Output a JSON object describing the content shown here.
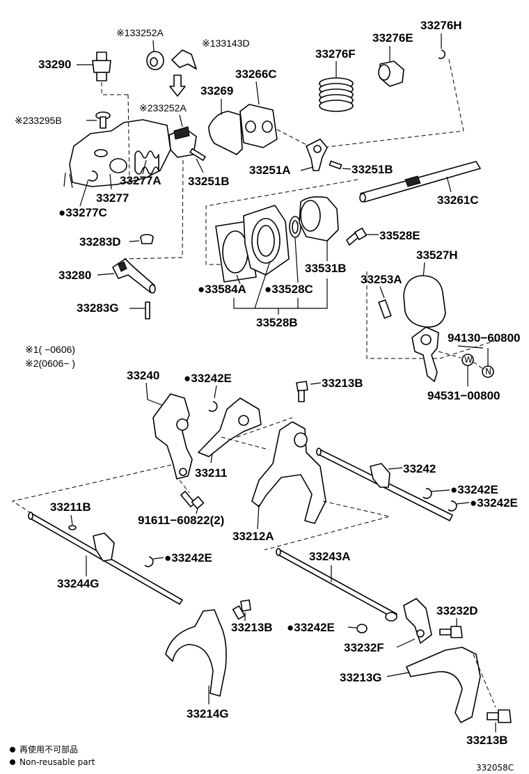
{
  "labels": {
    "p33290": "33290",
    "p33252A_1": "※133252A",
    "p33143D": "※133143D",
    "p33252A_2": "※233252A",
    "p33295B": "※233295B",
    "p33269": "33269",
    "p33266C": "33266C",
    "p33276F": "33276F",
    "p33276E": "33276E",
    "p33276H": "33276H",
    "p33277": "33277",
    "p33277A": "33277A",
    "p33277C": "●33277C",
    "p33251B_a": "33251B",
    "p33251A": "33251A",
    "p33251B_b": "33251B",
    "p33261C": "33261C",
    "p33283D": "33283D",
    "p33280": "33280",
    "p33283G": "33283G",
    "p33528E": "33528E",
    "p33531B": "33531B",
    "p33584A": "●33584A",
    "p33528C": "●33528C",
    "p33528B": "33528B",
    "p33527H": "33527H",
    "p33253A": "33253A",
    "p94130": "94130−60800",
    "p94531": "94531−00800",
    "note1": "※1(        −0606)",
    "note2": "※2(0606−        )",
    "p33240": "33240",
    "p33242E_a": "●33242E",
    "p33213B_a": "33213B",
    "p33211": "33211",
    "p33242": "33242",
    "p33242E_b": "●33242E",
    "p33242E_c": "●33242E",
    "p91611": "91611−60822(2)",
    "p33212A": "33212A",
    "p33211B": "33211B",
    "p33242E_d": "●33242E",
    "p33244G": "33244G",
    "p33243A": "33243A",
    "p33232D": "33232D",
    "p33213B_b": "33213B",
    "p33242E_e": "●33242E",
    "p33232F": "33232F",
    "p33213G": "33213G",
    "p33214G": "33214G",
    "p33213B_c": "33213B"
  },
  "legend": {
    "line1": "再使用不可部品",
    "line2": "Non-reusable part"
  },
  "diagram_id": "332058C",
  "washer_marks": {
    "w": "W",
    "n": "N"
  }
}
